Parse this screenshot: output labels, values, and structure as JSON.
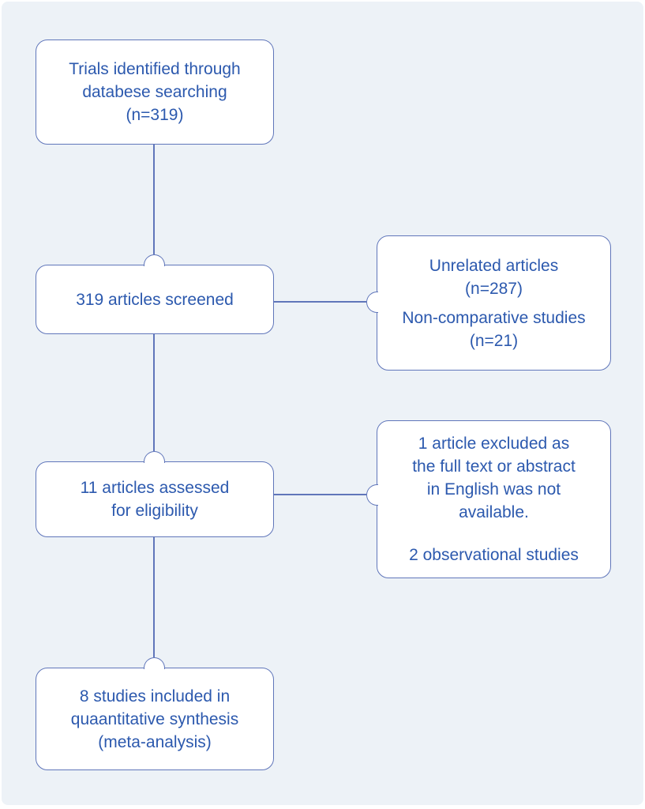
{
  "palette": {
    "background": "#edf2f7",
    "box_fill": "#ffffff",
    "line": "#6076ba",
    "text": "#2c59ae"
  },
  "flowchart": {
    "type": "prisma-flow-diagram",
    "nodes": {
      "identification": {
        "text": "Trials identified through\ndatabese searching\n(n=319)"
      },
      "screening": {
        "text": "319 articles screened"
      },
      "eligibility": {
        "text": "11 articles assessed\nfor eligibility"
      },
      "included": {
        "text": "8 studies included in\nquaantitative synthesis\n(meta-analysis)"
      },
      "screening_excluded": {
        "para1": "Unrelated articles\n(n=287)",
        "para2": "Non-comparative studies\n(n=21)"
      },
      "eligibility_excluded": {
        "para1": "1 article excluded as\nthe full text or abstract\nin English was not\navailable.",
        "para2": "2 observational studies"
      }
    }
  }
}
